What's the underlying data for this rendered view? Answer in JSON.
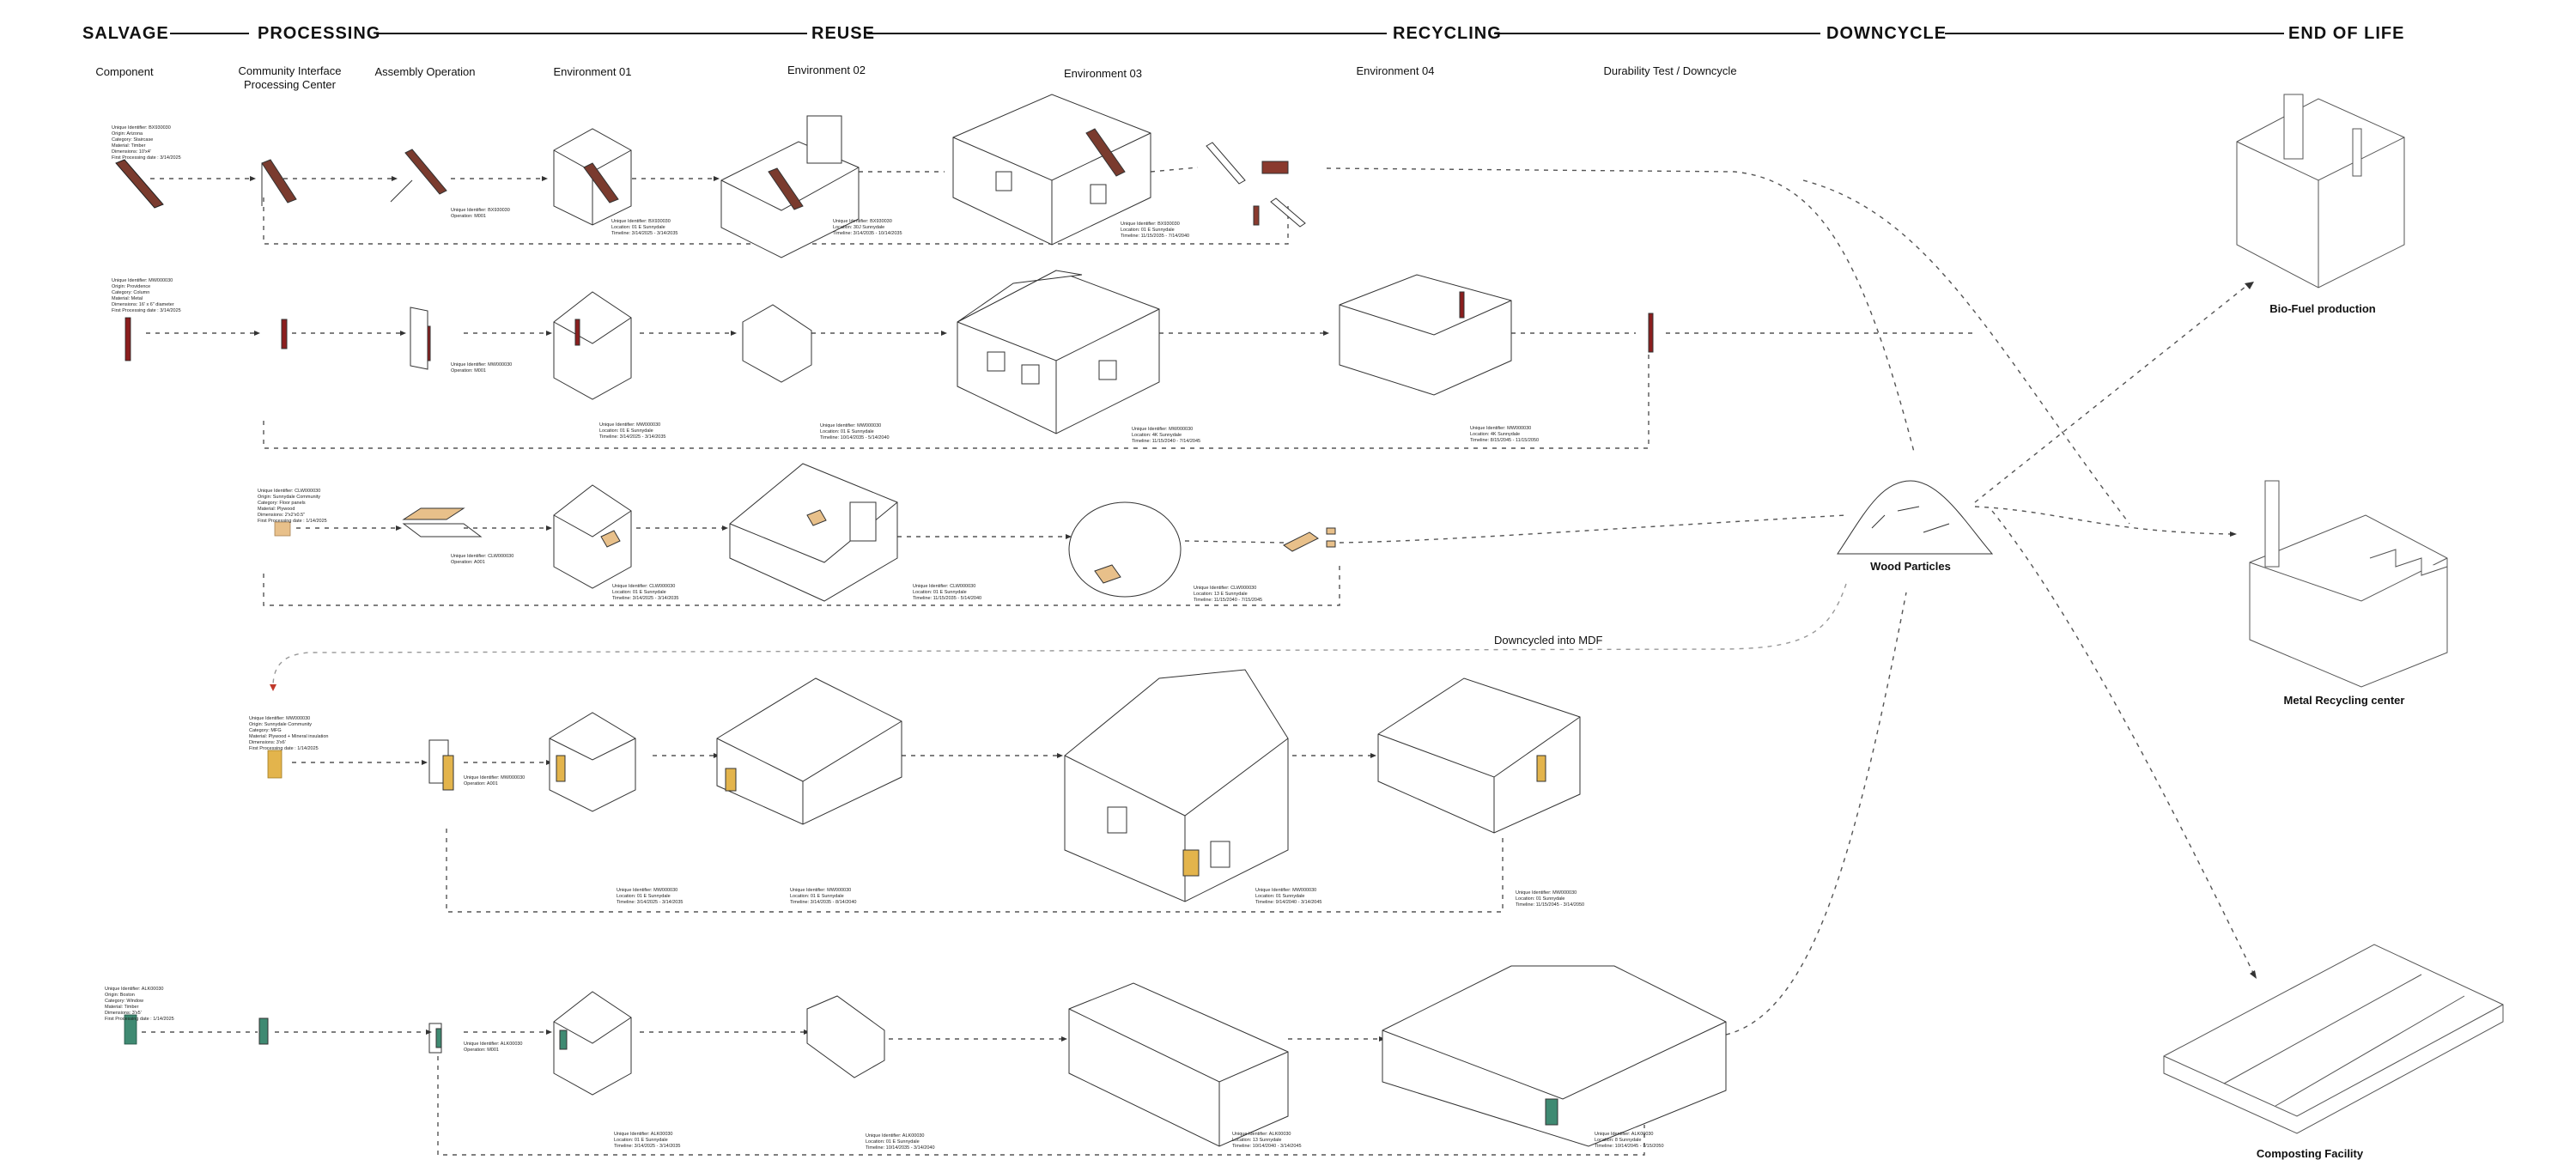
{
  "stages": [
    {
      "key": "salvage",
      "label": "SALVAGE"
    },
    {
      "key": "processing",
      "label": "PROCESSING"
    },
    {
      "key": "reuse",
      "label": "REUSE"
    },
    {
      "key": "recycling",
      "label": "RECYCLING"
    },
    {
      "key": "downcycle",
      "label": "DOWNCYCLE"
    },
    {
      "key": "end_of_life",
      "label": "END OF LIFE"
    }
  ],
  "columns": [
    {
      "label": "Component"
    },
    {
      "label": "Community Interface\nProcessing Center"
    },
    {
      "label": "Assembly Operation"
    },
    {
      "label": "Environment 01"
    },
    {
      "label": "Environment 02"
    },
    {
      "label": "Environment 03"
    },
    {
      "label": "Environment 04"
    },
    {
      "label": "Durability Test / Downcycle"
    }
  ],
  "components": [
    {
      "lines": [
        "Unique Identifier: BX930030",
        "Origin: Arizona",
        "Category: Staircase",
        "Material: Timber",
        "Dimensions: 10'x4'",
        "First Processing date : 3/14/2025"
      ],
      "color": "#7a3b2e"
    },
    {
      "lines": [
        "Unique Identifier: MW000030",
        "Origin: Providence",
        "Category: Column",
        "Material: Metal",
        "Dimensions: 16' x 6\" diameter",
        "First Processing date : 3/14/2025"
      ],
      "color": "#8b1e1e"
    },
    {
      "lines": [
        "Unique Identifier: CLW000030",
        "Origin: Sunnydale Community",
        "Category: Floor panels",
        "Material: Plywood",
        "Dimensions: 2'x2'x0.5\"",
        "First Processing date : 1/14/2025"
      ],
      "color": "#e8c08a"
    },
    {
      "lines": [
        "Unique Identifier: MW000030",
        "Origin: Sunnydale Community",
        "Category: MFG",
        "Material: Plywood + Mineral insulation",
        "Dimensions: 3'x6'",
        "First Processing date : 1/14/2025"
      ],
      "color": "#e3b44c"
    },
    {
      "lines": [
        "Unique Identifier: ALK00030",
        "Origin: Boston",
        "Category: Window",
        "Material: Timber",
        "Dimensions: 3'x5'",
        "First Processing date : 1/14/2025"
      ],
      "color": "#3f8a72"
    }
  ],
  "operations": [
    {
      "lines": [
        "Unique Identifier: BX930030",
        "Operation: M001"
      ]
    },
    {
      "lines": [
        "Unique Identifier: MW000030",
        "Operation: M001"
      ]
    },
    {
      "lines": [
        "Unique Identifier: CLW000030",
        "Operation: A001"
      ]
    },
    {
      "lines": [
        "Unique Identifier: MW000030",
        "Operation: A001"
      ]
    },
    {
      "lines": [
        "Unique Identifier: ALK00030",
        "Operation: M001"
      ]
    }
  ],
  "tags": [
    {
      "lines": [
        "Unique Identifier: BX930030",
        "Location: 01 E Sunnydale",
        "Timeline: 3/14/2025 - 3/14/2035"
      ]
    },
    {
      "lines": [
        "Unique Identifier: BX930030",
        "Location: 30J Sunnydale",
        "Timeline: 3/14/2035 - 10/14/2035"
      ]
    },
    {
      "lines": [
        "Unique Identifier: BX930030",
        "Location: 01 E Sunnydale",
        "Timeline: 11/15/2035 - 7/14/2040"
      ]
    },
    {
      "lines": [
        "Unique Identifier: MW000030",
        "Location: 01 E Sunnydale",
        "Timeline: 3/14/2025 - 3/14/2035"
      ]
    },
    {
      "lines": [
        "Unique Identifier: MW000030",
        "Location: 01 E Sunnydale",
        "Timeline: 10/14/2035 - 5/14/2040"
      ]
    },
    {
      "lines": [
        "Unique Identifier: MW000030",
        "Location: 4K Sunnydale",
        "Timeline: 11/15/2040 - 7/14/2045"
      ]
    },
    {
      "lines": [
        "Unique Identifier: MW000030",
        "Location: 4K Sunnydale",
        "Timeline: 8/15/2045 - 11/15/2050"
      ]
    },
    {
      "lines": [
        "Unique Identifier: CLW000030",
        "Location: 01 E Sunnydale",
        "Timeline: 3/14/2025 - 3/14/2035"
      ]
    },
    {
      "lines": [
        "Unique Identifier: CLW000030",
        "Location: 01 E Sunnydale",
        "Timeline: 11/15/2035 - 5/14/2040"
      ]
    },
    {
      "lines": [
        "Unique Identifier: CLW000030",
        "Location: 13 E Sunnydale",
        "Timeline: 11/15/2040 - 7/15/2045"
      ]
    },
    {
      "lines": [
        "Unique Identifier: MW000030",
        "Location: 01 E Sunnydale",
        "Timeline: 3/14/2025 - 3/14/2035"
      ]
    },
    {
      "lines": [
        "Unique Identifier: MW000030",
        "Location: 01 E Sunnydale",
        "Timeline: 3/14/2035 - 8/14/2040"
      ]
    },
    {
      "lines": [
        "Unique Identifier: MW000030",
        "Location: 01 Sunnydale",
        "Timeline: 9/14/2040 - 3/14/2045"
      ]
    },
    {
      "lines": [
        "Unique Identifier: MW000030",
        "Location: 01 Sunnydale",
        "Timeline: 11/15/2045 - 3/14/2050"
      ]
    },
    {
      "lines": [
        "Unique Identifier: ALK00030",
        "Location: 01 E Sunnydale",
        "Timeline: 3/14/2025 - 3/14/2035"
      ]
    },
    {
      "lines": [
        "Unique Identifier: ALK00030",
        "Location: 01 E Sunnydale",
        "Timeline: 10/14/2035 - 3/14/2040"
      ]
    },
    {
      "lines": [
        "Unique Identifier: ALK00030",
        "Location: 13 Sunnydale",
        "Timeline: 10/14/2040 - 3/14/2045"
      ]
    },
    {
      "lines": [
        "Unique Identifier: ALK00030",
        "Location: 8 Sunnydale",
        "Timeline: 10/14/2045 - 7/15/2050"
      ]
    }
  ],
  "labels": {
    "wood_particles": "Wood Particles",
    "downcycled_mdf": "Downcycled into MDF",
    "biofuel": "Bio-Fuel production",
    "metal": "Metal Recycling center",
    "compost": "Composting Facility"
  },
  "colors": {
    "ink": "#111111",
    "line": "#555555",
    "timber": "#7a3b2e",
    "metal": "#8b1e1e",
    "plywood": "#e8c08a",
    "mdf_arrow": "#c0392b",
    "window": "#3f8a72"
  }
}
